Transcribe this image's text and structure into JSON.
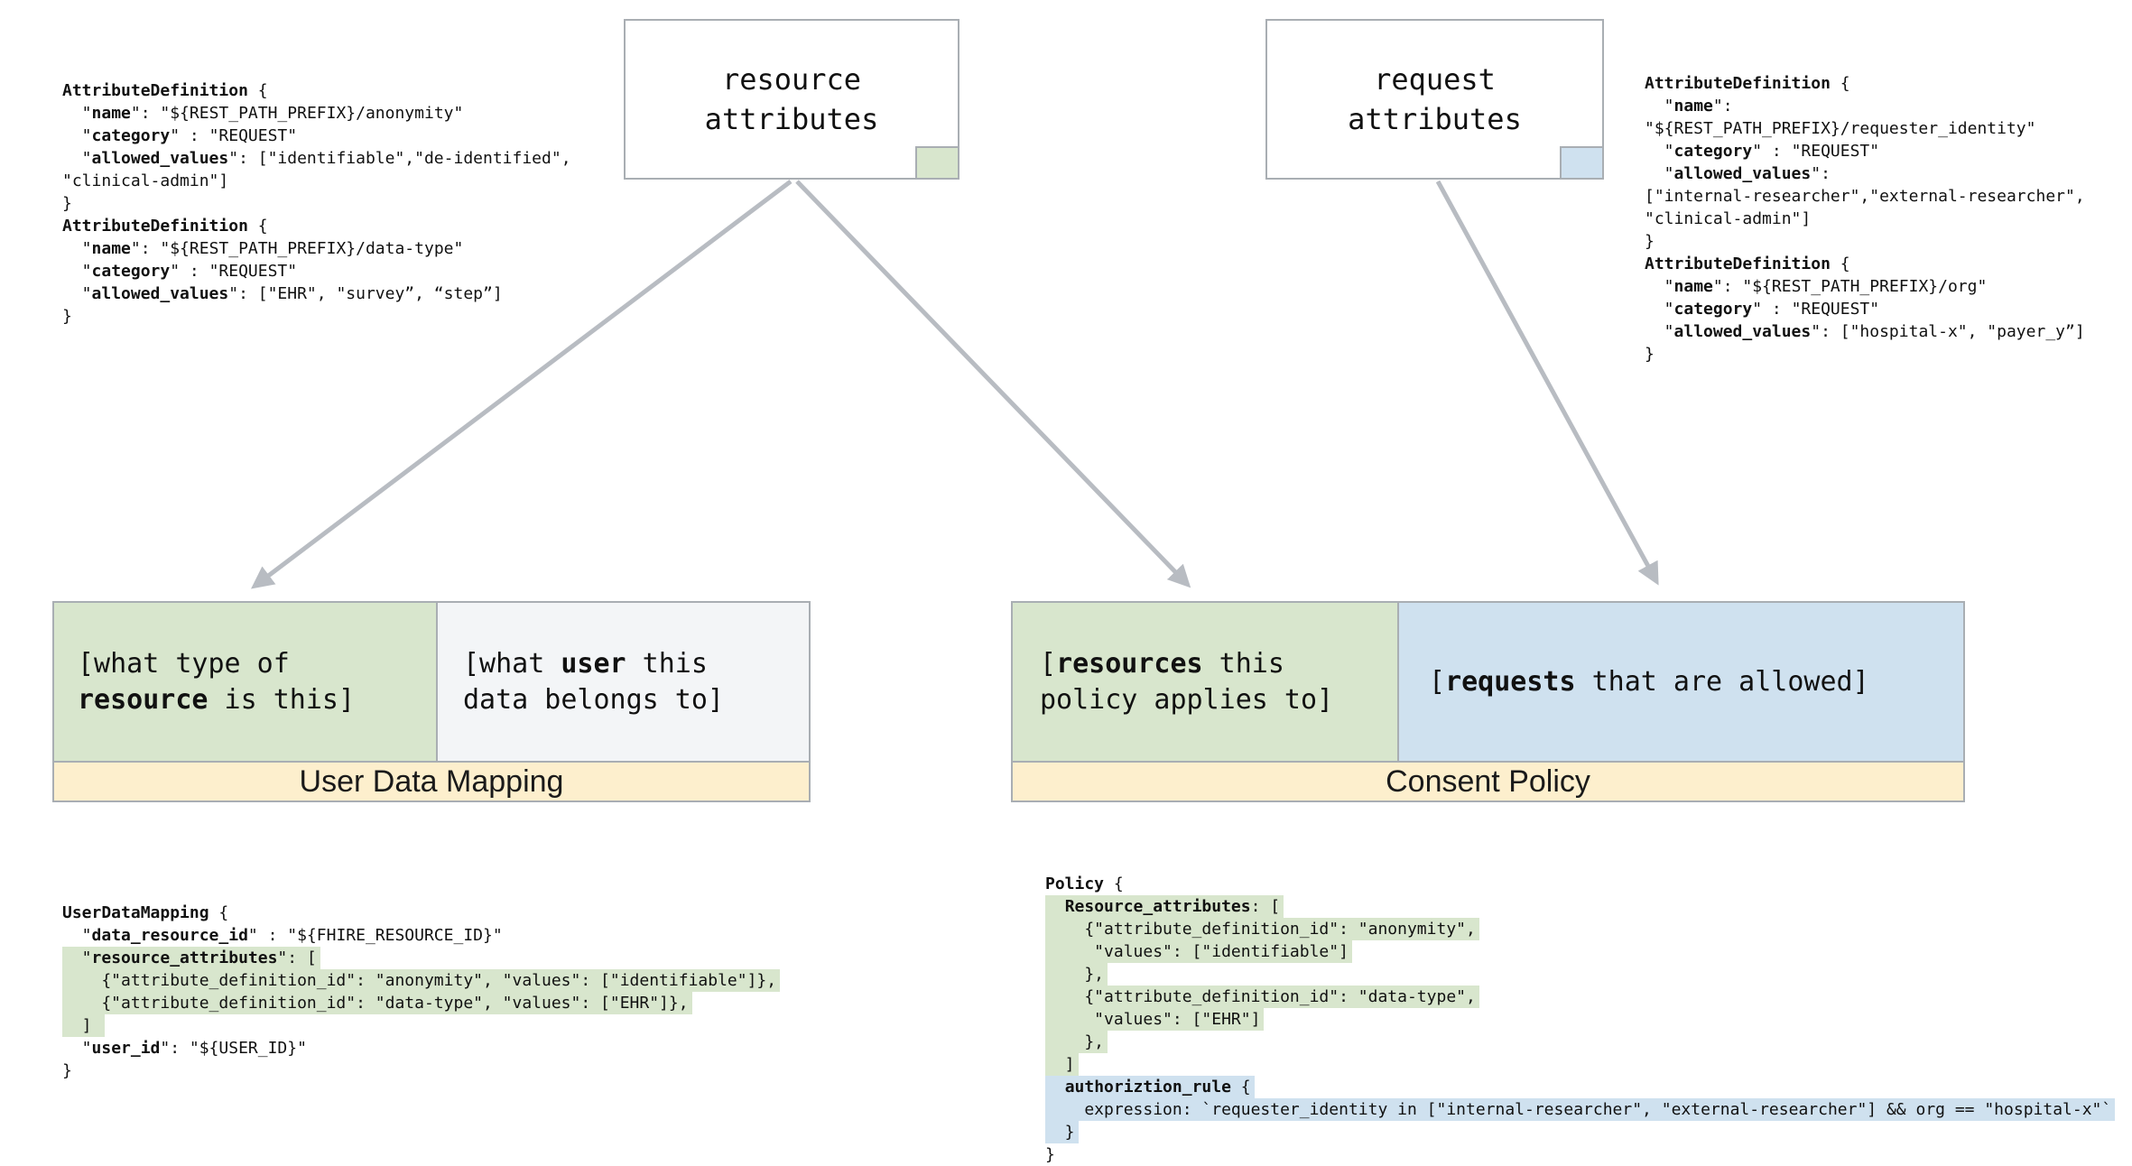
{
  "colors": {
    "green": "#d8e6cd",
    "blue": "#cfe1ef",
    "yellow": "#fdefcd",
    "cell_white": "#f3f5f7",
    "border": "#a9aeb3",
    "arrow": "#b8bcc2",
    "text": "#111111"
  },
  "boxes": {
    "resource": {
      "label1": "resource",
      "label2": "attributes"
    },
    "request": {
      "label1": "request",
      "label2": "attributes"
    },
    "udm": {
      "banner": "User Data Mapping",
      "green": {
        "lines": [
          {
            "parts": [
              [
                "[what type of",
                0
              ]
            ]
          },
          {
            "parts": [
              [
                "resource",
                1
              ],
              [
                " is this]",
                0
              ]
            ]
          }
        ]
      },
      "white": {
        "lines": [
          {
            "parts": [
              [
                "[what ",
                0
              ],
              [
                "user",
                1
              ],
              [
                " this",
                0
              ]
            ]
          },
          {
            "parts": [
              [
                "data belongs to]",
                0
              ]
            ]
          }
        ]
      }
    },
    "consent": {
      "banner": "Consent Policy",
      "green": {
        "lines": [
          {
            "parts": [
              [
                "[",
                0
              ],
              [
                "resources",
                1
              ],
              [
                " this",
                0
              ]
            ]
          },
          {
            "parts": [
              [
                "policy applies to]",
                0
              ]
            ]
          }
        ]
      },
      "blue": {
        "lines": [
          {
            "parts": [
              [
                "[",
                0
              ],
              [
                "requests",
                1
              ],
              [
                " that are allowed]",
                0
              ]
            ]
          }
        ]
      }
    }
  },
  "code_blocks": {
    "top_left": {
      "lines": [
        {
          "parts": [
            [
              "AttributeDefinition",
              1
            ],
            [
              " {",
              0
            ]
          ]
        },
        {
          "parts": [
            [
              "  \"",
              0
            ],
            [
              "name",
              1
            ],
            [
              "\": \"${REST_PATH_PREFIX}/anonymity\"",
              0
            ]
          ]
        },
        {
          "parts": [
            [
              "  \"",
              0
            ],
            [
              "category",
              1
            ],
            [
              "\" : \"REQUEST\"",
              0
            ]
          ]
        },
        {
          "parts": [
            [
              "  \"",
              0
            ],
            [
              "allowed_values",
              1
            ],
            [
              "\": [\"identifiable\",\"de-identified\",",
              0
            ]
          ]
        },
        {
          "parts": [
            [
              "\"clinical-admin\"]",
              0
            ]
          ]
        },
        {
          "parts": [
            [
              "}",
              0
            ]
          ]
        },
        {
          "parts": [
            [
              "AttributeDefinition",
              1
            ],
            [
              " {",
              0
            ]
          ]
        },
        {
          "parts": [
            [
              "  \"",
              0
            ],
            [
              "name",
              1
            ],
            [
              "\": \"${REST_PATH_PREFIX}/data-type\"",
              0
            ]
          ]
        },
        {
          "parts": [
            [
              "  \"",
              0
            ],
            [
              "category",
              1
            ],
            [
              "\" : \"REQUEST\"",
              0
            ]
          ]
        },
        {
          "parts": [
            [
              "  \"",
              0
            ],
            [
              "allowed_values",
              1
            ],
            [
              "\": [\"EHR\", \"survey”, “step”]",
              0
            ]
          ]
        },
        {
          "parts": [
            [
              "}",
              0
            ]
          ]
        }
      ]
    },
    "top_right": {
      "lines": [
        {
          "parts": [
            [
              "AttributeDefinition",
              1
            ],
            [
              " {",
              0
            ]
          ]
        },
        {
          "parts": [
            [
              "  \"",
              0
            ],
            [
              "name",
              1
            ],
            [
              "\":",
              0
            ]
          ]
        },
        {
          "parts": [
            [
              "\"${REST_PATH_PREFIX}/requester_identity\"",
              0
            ]
          ]
        },
        {
          "parts": [
            [
              "  \"",
              0
            ],
            [
              "category",
              1
            ],
            [
              "\" : \"REQUEST\"",
              0
            ]
          ]
        },
        {
          "parts": [
            [
              "  \"",
              0
            ],
            [
              "allowed_values",
              1
            ],
            [
              "\":",
              0
            ]
          ]
        },
        {
          "parts": [
            [
              "[\"internal-researcher\",\"external-researcher\",",
              0
            ]
          ]
        },
        {
          "parts": [
            [
              "\"clinical-admin\"]",
              0
            ]
          ]
        },
        {
          "parts": [
            [
              "}",
              0
            ]
          ]
        },
        {
          "parts": [
            [
              "AttributeDefinition",
              1
            ],
            [
              " {",
              0
            ]
          ]
        },
        {
          "parts": [
            [
              "  \"",
              0
            ],
            [
              "name",
              1
            ],
            [
              "\": \"${REST_PATH_PREFIX}/org\"",
              0
            ]
          ]
        },
        {
          "parts": [
            [
              "  \"",
              0
            ],
            [
              "category",
              1
            ],
            [
              "\" : \"REQUEST\"",
              0
            ]
          ]
        },
        {
          "parts": [
            [
              "  \"",
              0
            ],
            [
              "allowed_values",
              1
            ],
            [
              "\": [\"hospital-x\", \"payer_y”]",
              0
            ]
          ]
        },
        {
          "parts": [
            [
              "}",
              0
            ]
          ]
        }
      ]
    },
    "bottom_left": {
      "lines": [
        {
          "parts": [
            [
              "UserDataMapping",
              1
            ],
            [
              " {",
              0
            ]
          ]
        },
        {
          "parts": [
            [
              "  \"",
              0
            ],
            [
              "data_resource_id",
              1
            ],
            [
              "\" : \"${FHIRE_RESOURCE_ID}\"",
              0
            ]
          ]
        },
        {
          "hl": "green",
          "parts": [
            [
              "  \"",
              0
            ],
            [
              "resource_attributes",
              1
            ],
            [
              "\": [",
              0
            ]
          ]
        },
        {
          "hl": "green",
          "parts": [
            [
              "    {\"attribute_definition_id\": \"anonymity\", \"values\": [\"identifiable\"]},",
              0
            ]
          ]
        },
        {
          "hl": "green",
          "parts": [
            [
              "    {\"attribute_definition_id\": \"data-type\", \"values\": [\"EHR\"]},",
              0
            ]
          ]
        },
        {
          "hl": "green",
          "parts": [
            [
              "  ] ",
              0
            ]
          ]
        },
        {
          "parts": [
            [
              "  \"",
              0
            ],
            [
              "user_id",
              1
            ],
            [
              "\": \"${USER_ID}\"",
              0
            ]
          ]
        },
        {
          "parts": [
            [
              "}",
              0
            ]
          ]
        }
      ]
    },
    "bottom_right": {
      "lines": [
        {
          "parts": [
            [
              "Policy",
              1
            ],
            [
              " {",
              0
            ]
          ]
        },
        {
          "hl": "green",
          "parts": [
            [
              "  ",
              0
            ],
            [
              "Resource_attributes",
              1
            ],
            [
              ": [",
              0
            ]
          ]
        },
        {
          "hl": "green",
          "parts": [
            [
              "    {\"attribute_definition_id\": \"anonymity\",",
              0
            ]
          ]
        },
        {
          "hl": "green",
          "parts": [
            [
              "     \"values\": [\"identifiable\"]",
              0
            ]
          ]
        },
        {
          "hl": "green",
          "parts": [
            [
              "    },",
              0
            ]
          ]
        },
        {
          "hl": "green",
          "parts": [
            [
              "    {\"attribute_definition_id\": \"data-type\",",
              0
            ]
          ]
        },
        {
          "hl": "green",
          "parts": [
            [
              "     \"values\": [\"EHR\"]",
              0
            ]
          ]
        },
        {
          "hl": "green",
          "parts": [
            [
              "    },",
              0
            ]
          ]
        },
        {
          "hl": "green",
          "parts": [
            [
              "  ]",
              0
            ]
          ]
        },
        {
          "hl": "blue",
          "parts": [
            [
              "  ",
              0
            ],
            [
              "authoriztion_rule",
              1
            ],
            [
              " {",
              0
            ]
          ]
        },
        {
          "hl": "blue",
          "parts": [
            [
              "    expression: `requester_identity in [\"internal-researcher\", \"external-researcher\"] && org == \"hospital-x\"`",
              0
            ]
          ]
        },
        {
          "hl": "blue",
          "parts": [
            [
              "  }",
              0
            ]
          ]
        },
        {
          "parts": [
            [
              "}",
              0
            ]
          ]
        }
      ]
    }
  }
}
